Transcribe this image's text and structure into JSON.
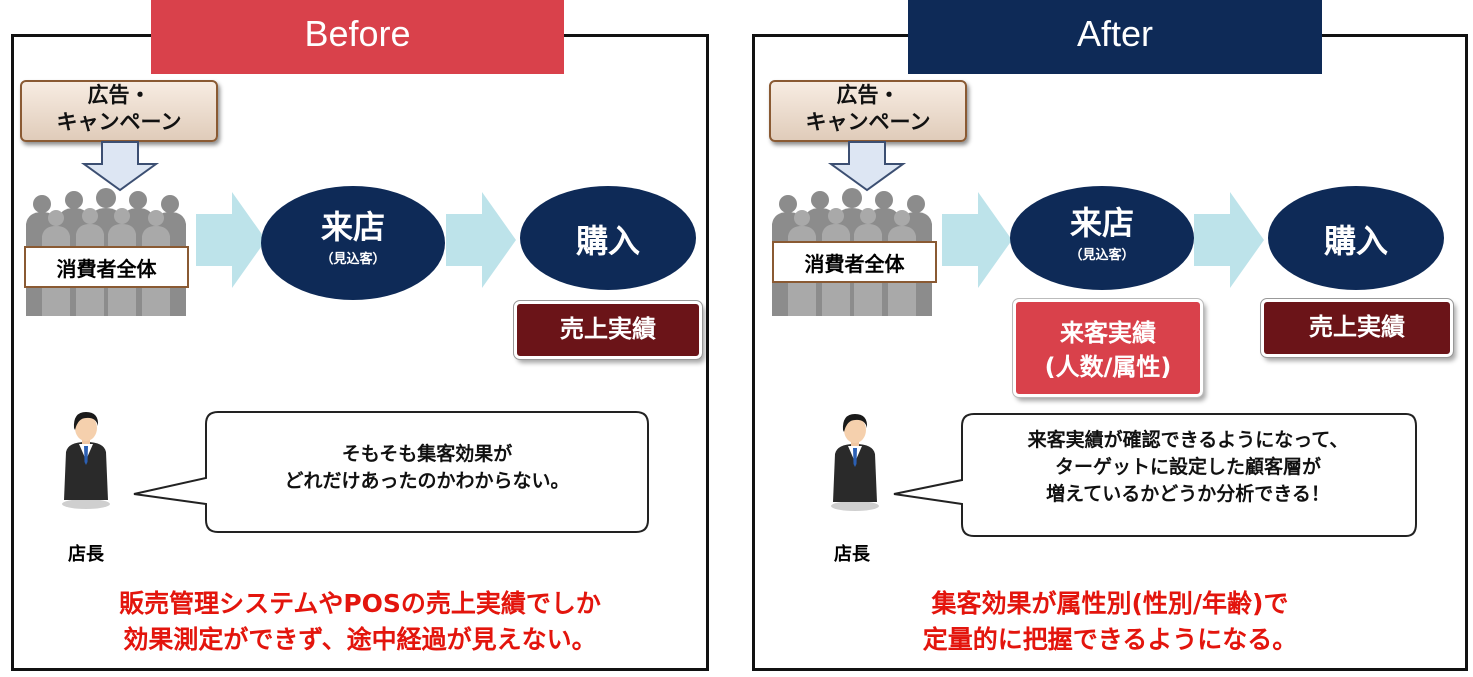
{
  "before": {
    "header": "Before",
    "ad_box": [
      "広告・",
      "キャンペーン"
    ],
    "consumers": "消費者全体",
    "visit": {
      "main": "来店",
      "sub": "（見込客）"
    },
    "purchase": "購入",
    "sales": "売上実績",
    "bubble": [
      "そもそも集客効果が",
      "どれだけあったのかわからない。"
    ],
    "person_label": "店長",
    "conclusion": [
      "販売管理システムやPOSの売上実績でしか",
      "効果測定ができず、途中経過が見えない。"
    ]
  },
  "after": {
    "header": "After",
    "ad_box": [
      "広告・",
      "キャンペーン"
    ],
    "consumers": "消費者全体",
    "visit": {
      "main": "来店",
      "sub": "（見込客）"
    },
    "purchase": "購入",
    "visitor_results": [
      "来客実績",
      "(人数/属性)"
    ],
    "sales": "売上実績",
    "bubble": [
      "来客実績が確認できるようになって、",
      "ターゲットに設定した顧客層が",
      "増えているかどうか分析できる！"
    ],
    "person_label": "店長",
    "conclusion": [
      "集客効果が属性別(性別/年齢)で",
      "定量的に把握できるようになる。"
    ]
  },
  "colors": {
    "before_header": "#d9414b",
    "after_header": "#0e2a57",
    "oval": "#0e2a57",
    "sales_box": "#6b1418",
    "visitor_box": "#d9414b",
    "arrow": "#bde3ea",
    "conclusion": "#e3150d"
  }
}
